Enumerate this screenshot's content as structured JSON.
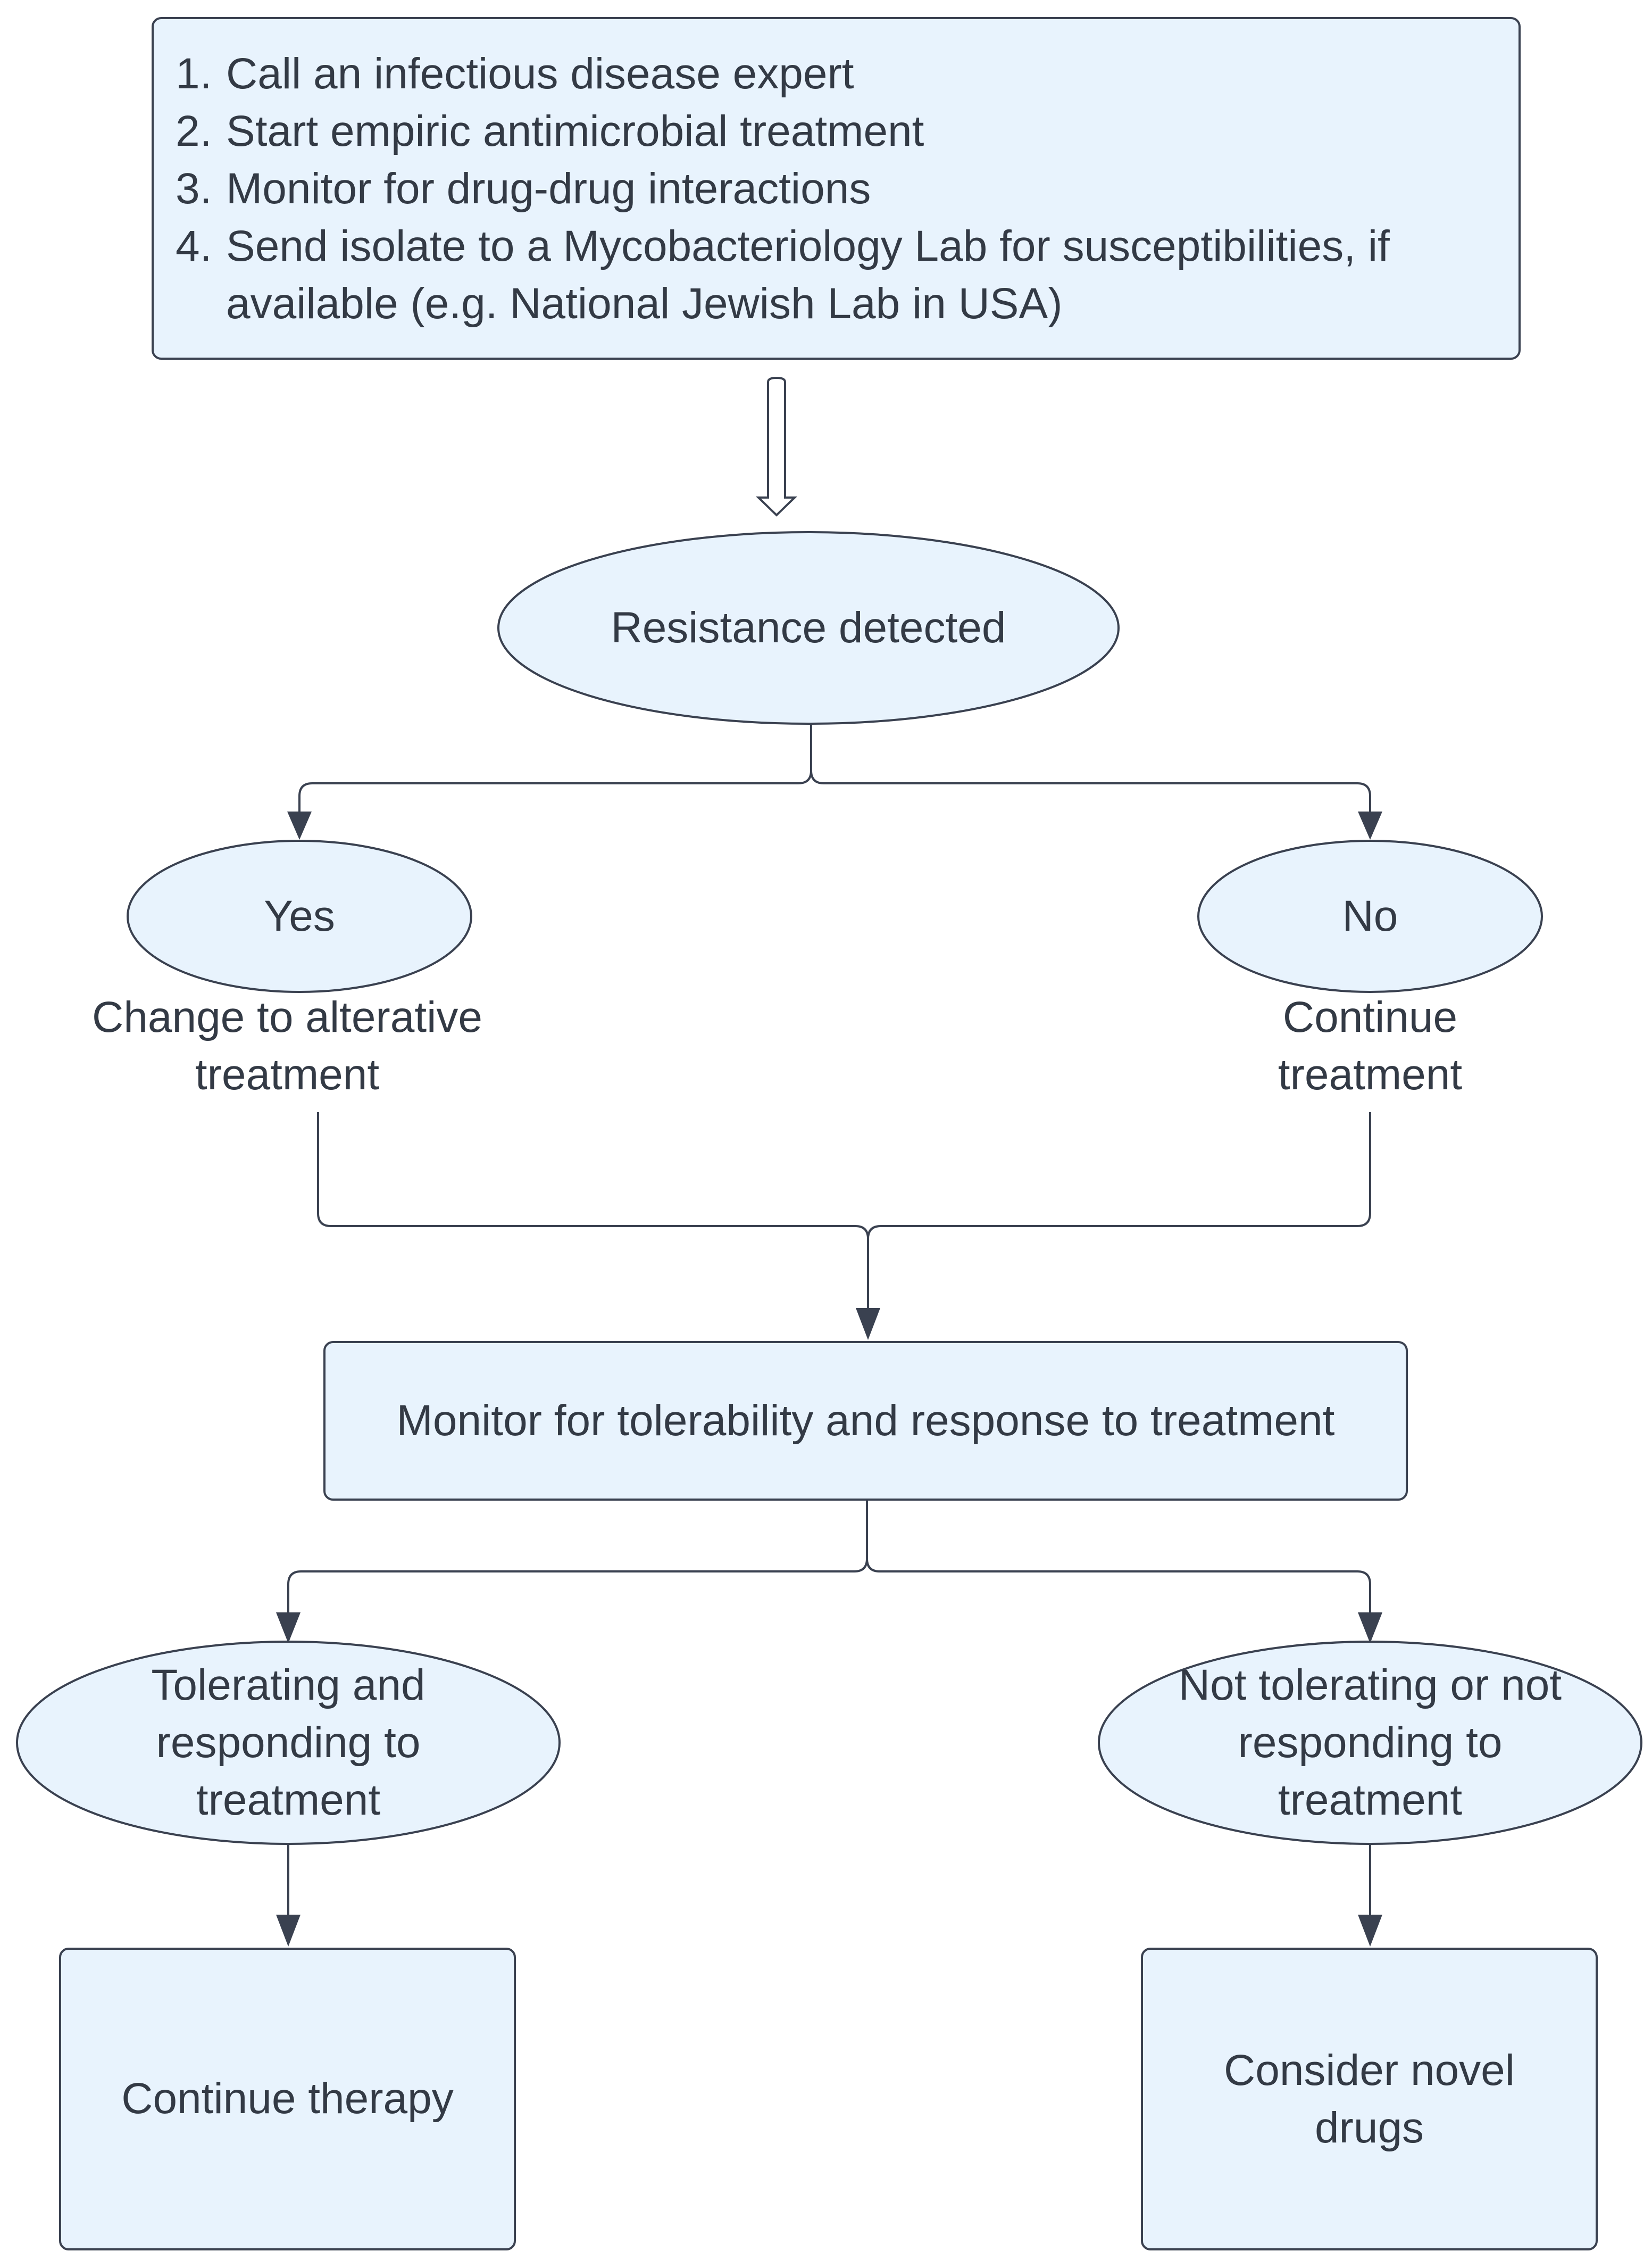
{
  "steps": [
    {
      "num": "1.",
      "text": "Call an infectious disease expert"
    },
    {
      "num": "2.",
      "text": "Start empiric antimicrobial treatment"
    },
    {
      "num": "3.",
      "text": "Monitor for drug-drug interactions"
    },
    {
      "num": "4.",
      "text": "Send isolate to a Mycobacteriology Lab for susceptibilities, if available (e.g. National Jewish Lab in USA)"
    }
  ],
  "decision": "Resistance detected",
  "yes": {
    "label": "Yes",
    "action": "Change to alterative treatment"
  },
  "no": {
    "label": "No",
    "action": "Continue treatment"
  },
  "monitor": "Monitor for tolerability and response to treatment",
  "tolerating": "Tolerating and responding to treatment",
  "not_tolerating": "Not tolerating or not responding to treatment",
  "continue_therapy": "Continue therapy",
  "novel_drugs": "Consider novel drugs",
  "colors": {
    "fill": "#e8f3fd",
    "stroke": "#3a4150",
    "text": "#333a45"
  }
}
